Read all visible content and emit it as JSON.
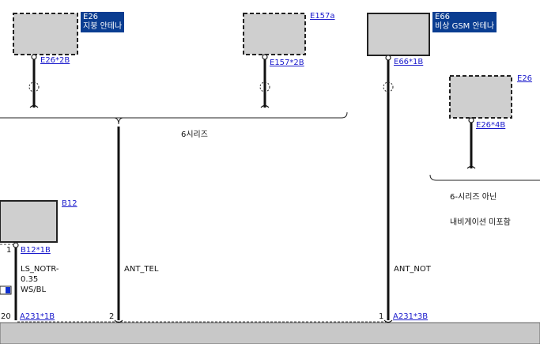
{
  "components": {
    "e26_roof": {
      "tag_line1": "E26",
      "tag_line2": "지붕 안테나",
      "connector": "E26*2B"
    },
    "e157a": {
      "tag": "E157a",
      "connector": "E157*2B"
    },
    "e66": {
      "tag_line1": "E66",
      "tag_line2": "비상 GSM 안테나",
      "connector": "E66*1B"
    },
    "e26_right": {
      "tag": "E26",
      "connector": "E26*4B"
    },
    "b12": {
      "tag": "B12",
      "connector": "B12*1B",
      "pin": "1"
    },
    "a231": {
      "connector_left": "A231*1B",
      "connector_right": "A231*3B",
      "pin_left": "20",
      "pin_mid": "2",
      "pin_right": "1"
    }
  },
  "labels": {
    "series6": "6시리즈",
    "not_series6": "6-시리즈 아닌",
    "no_nav": "내비게이션 미포함"
  },
  "wires": {
    "ls_notr": {
      "name": "LS_NOTR-",
      "gauge": "0.35",
      "color": "WS/BL"
    },
    "ant_tel": "ANT_TEL",
    "ant_not": "ANT_NOT"
  }
}
